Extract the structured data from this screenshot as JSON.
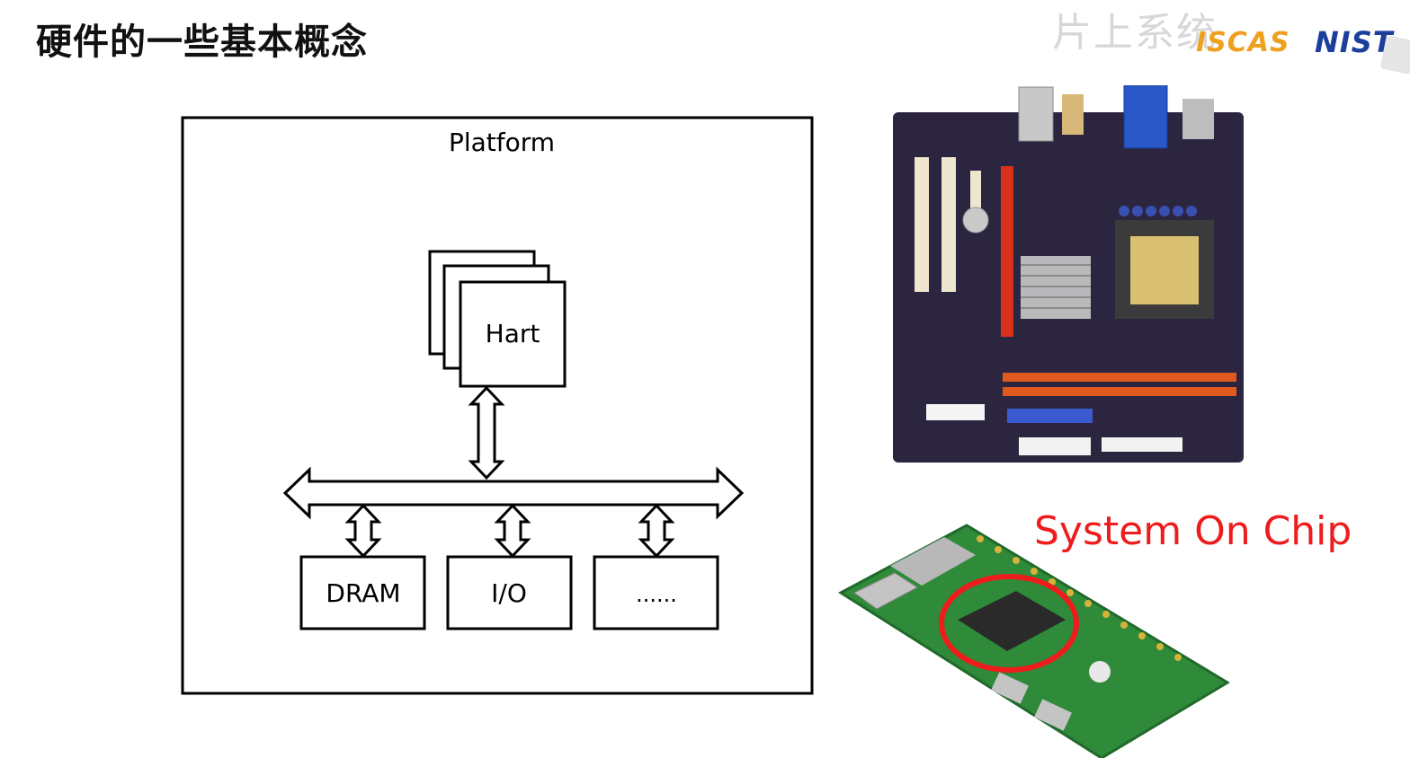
{
  "slide": {
    "title": "硬件的一些基本概念",
    "watermark": "片上系统",
    "logos": {
      "iscas": "ISCAS",
      "nist": "NIST"
    }
  },
  "diagram": {
    "container_label": "Platform",
    "core_label": "Hart",
    "devices": [
      "DRAM",
      "I/O",
      "......"
    ]
  },
  "photos": {
    "motherboard": "motherboard-photo",
    "soc_board": "raspberry-pi-zero-photo",
    "soc_label": "System On Chip"
  },
  "colors": {
    "highlight_red": "#ee1c1c",
    "board_green": "#2f8a3a",
    "pcb_purple": "#2b2540"
  }
}
